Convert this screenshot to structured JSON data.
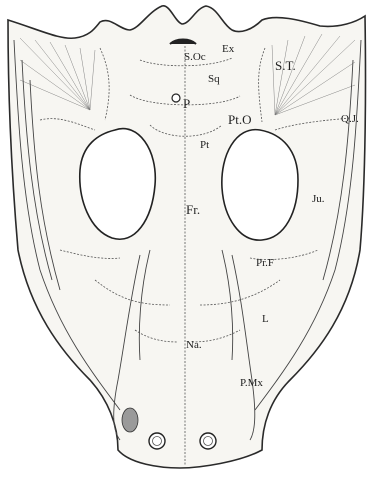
{
  "labels": {
    "supraoccipital": "S.Oc",
    "exoccipital": "Ex",
    "supratemporal": "S.T.",
    "squamosal": "Sq",
    "parietal_foramen": "P",
    "postorbital": "Pt.O",
    "pineal": "Pt",
    "quadratojugal": "Q.J.",
    "jugal": "Ju.",
    "frontal": "Fr.",
    "prefrontal": "Pr.F",
    "lacrimal": "L",
    "nasal": "Na.",
    "premaxilla": "P.Mx"
  }
}
